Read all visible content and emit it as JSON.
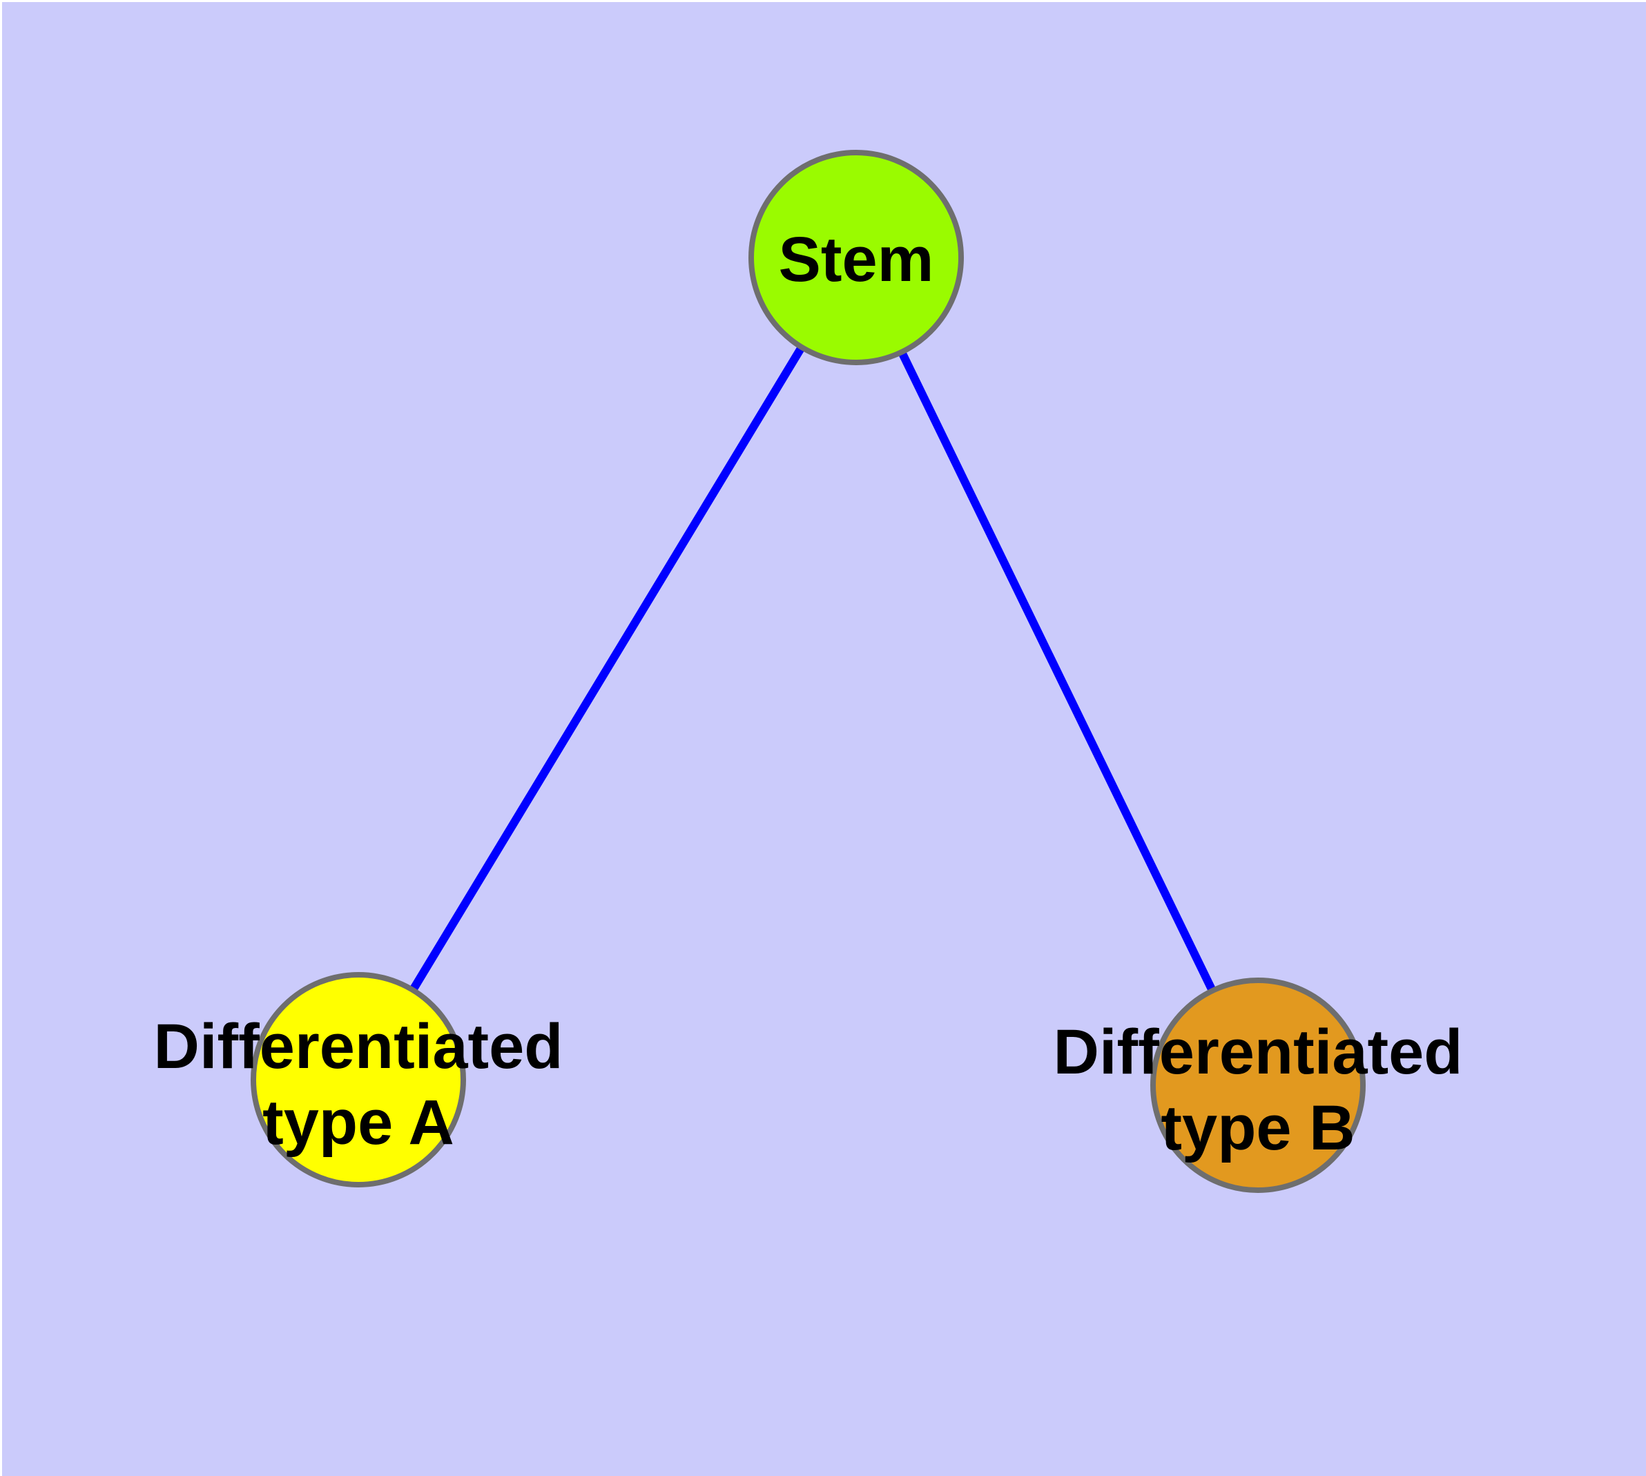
{
  "diagram": {
    "kind": "node-link-graph",
    "background_color": "#CBCBFB",
    "page_margin_color": "#FFFFFF",
    "node_border_color": "#6E6E6E",
    "edge_color": "#0000FF",
    "label_color": "#000000",
    "nodes": [
      {
        "id": "stem",
        "label": "Stem",
        "fill": "#9AFB00"
      },
      {
        "id": "differentiated-type-a",
        "label_line1": "Differentiated",
        "label_line2": "type A",
        "fill": "#FFFF00"
      },
      {
        "id": "differentiated-type-b",
        "label_line1": "Differentiated",
        "label_line2": "type B",
        "fill": "#E2991F"
      }
    ],
    "edges": [
      {
        "from": "stem",
        "to": "differentiated-type-a"
      },
      {
        "from": "stem",
        "to": "differentiated-type-b"
      }
    ]
  }
}
